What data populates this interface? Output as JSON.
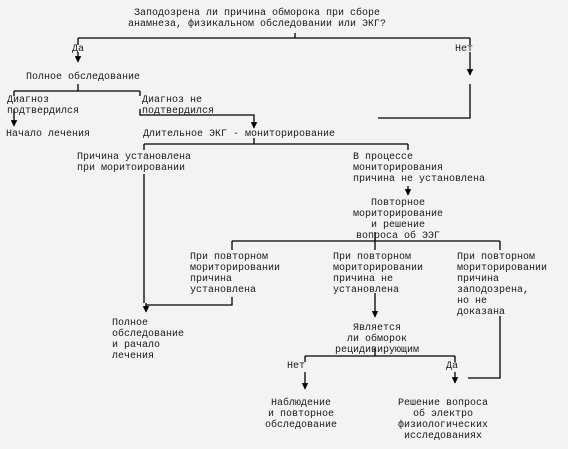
{
  "nodes": {
    "question": "Заподозрена ли причина обморока при сборе\nанамнеза, физикальном обследовании или ЭКГ?",
    "yes_1": "Да",
    "no_1": "Нет",
    "full_exam": "Полное обследование",
    "diag_confirmed": "Диагноз\nподтвердился",
    "diag_not_confirmed": "Диагноз не\nподтвердился",
    "treatment_start": "Начало лечения",
    "long_ecg": "Длительное ЭКГ - мониторирование",
    "cause_found": "Причина установлена\nпри моритоировании",
    "cause_not_found": "В процессе\nмониторирования\nпричина не установлена",
    "repeat_monitoring": "Повторное\nмориторирование\nи решение\nвопроса об ЭЭГ",
    "repeat_found": "При повторном\nмориторировании\nпричина\nустановлена",
    "repeat_not_found": "При повторном\nмориторировании\nпричина не\nустановлена",
    "repeat_suspected": "При повторном\nмориторировании\nпричина\nзаподозрена,\nно не\nдоказана",
    "full_exam_treatment": "Полное\nобследование\nи рачало\nлечения",
    "recurrent_question": "Является\nли обморок\nрецидивирующим",
    "no_2": "Нет",
    "yes_2": "Да",
    "observation": "Наблюдение\nи повторное\nобследование",
    "electro_decision": "Решение вопроса\nоб электро\nфизиологических\nисследованиях"
  }
}
